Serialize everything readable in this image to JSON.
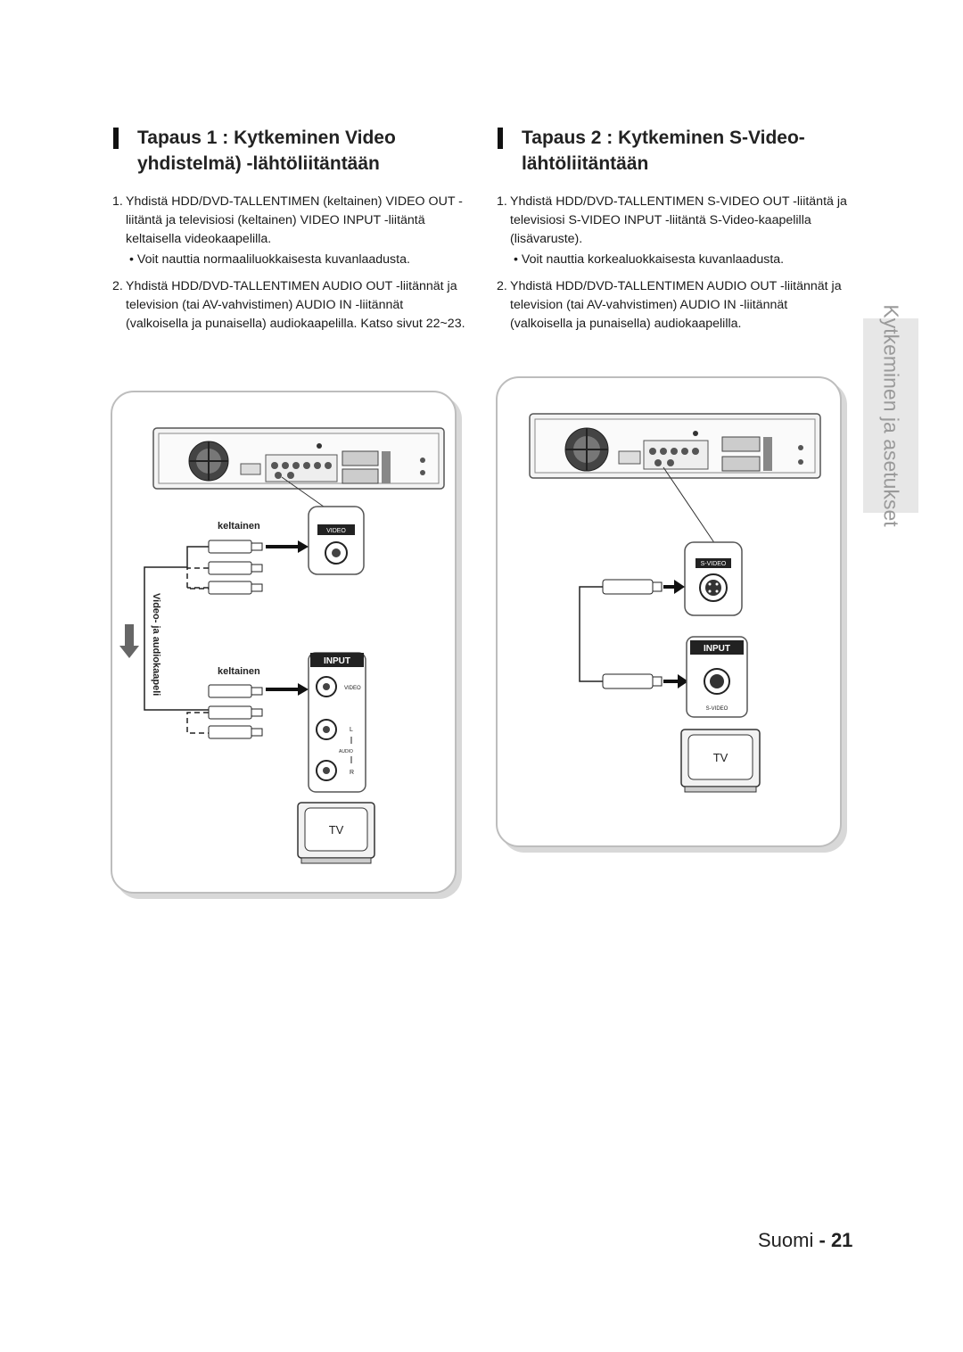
{
  "case1": {
    "heading_line1": "Tapaus 1 : Kytkeminen Video",
    "heading_line2": "yhdistelmä) -lähtöliitäntään",
    "step1_num": "1.",
    "step1_text": "Yhdistä HDD/DVD-TALLENTIMEN (keltainen) VIDEO OUT -liitäntä ja televisiosi (keltainen) VIDEO INPUT -liitäntä keltaisella videokaapelilla.",
    "step1_note": "• Voit nauttia normaaliluokkaisesta kuvanlaadusta.",
    "step2_num": "2.",
    "step2_text": "Yhdistä HDD/DVD-TALLENTIMEN AUDIO OUT -liitännät ja television (tai AV-vahvistimen) AUDIO IN -liitännät (valkoisella ja punaisella) audiokaapelilla. Katso sivut 22~23."
  },
  "case2": {
    "heading_line1": "Tapaus 2 : Kytkeminen S-Video-",
    "heading_line2": "lähtöliitäntään",
    "step1_num": "1.",
    "step1_text": "Yhdistä HDD/DVD-TALLENTIMEN S-VIDEO OUT -liitäntä ja televisiosi S-VIDEO INPUT -liitäntä S-Video-kaapelilla (lisävaruste).",
    "step1_note": "• Voit nauttia korkealuokkaisesta kuvanlaadusta.",
    "step2_num": "2.",
    "step2_text": "Yhdistä HDD/DVD-TALLENTIMEN AUDIO OUT -liitännät ja television (tai AV-vahvistimen) AUDIO IN -liitännät (valkoisella ja punaisella) audiokaapelilla."
  },
  "diagram1": {
    "label_yellow_top": "keltainen",
    "label_yellow_bottom": "keltainen",
    "cable_label": "Video- ja audiokaapeli",
    "zoom_jack_label": "VIDEO",
    "input_header": "INPUT",
    "input_video": "VIDEO",
    "input_l": "L",
    "input_audio": "AUDIO",
    "input_r": "R",
    "tv_label": "TV"
  },
  "diagram2": {
    "zoom_jack_label": "S-VIDEO",
    "input_header": "INPUT",
    "input_svideo": "S-VIDEO",
    "tv_label": "TV"
  },
  "side_tab": "Kytkeminen ja asetukset",
  "footer": {
    "language": "Suomi",
    "separator": "-",
    "page": "21"
  }
}
